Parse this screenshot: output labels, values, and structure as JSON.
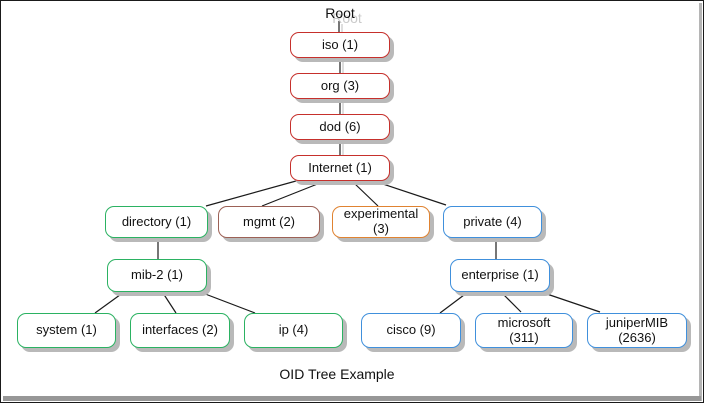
{
  "diagram": {
    "title": "OID Tree Example",
    "root_label": "Root",
    "caption": "OID Tree Example",
    "palette": {
      "red_chain": "#c6302c",
      "mgmt_brown": "#9c6156",
      "mib_green": "#2bb262",
      "experimental_orange": "#e08331",
      "private_blue": "#4090dc",
      "shadow_gray": "#b9b9b9",
      "frame_black": "#1a1a1a"
    },
    "nodes": {
      "iso": {
        "text": "iso (1)"
      },
      "org": {
        "text": "org (3)"
      },
      "dod": {
        "text": "dod (6)"
      },
      "internet": {
        "text": "Internet (1)"
      },
      "directory": {
        "text": "directory (1)"
      },
      "mgmt": {
        "text": "mgmt (2)"
      },
      "experimental": {
        "text": "experimental",
        "text2": "(3)"
      },
      "private": {
        "text": "private (4)"
      },
      "mib2": {
        "text": "mib-2 (1)"
      },
      "system": {
        "text": "system (1)"
      },
      "interfaces": {
        "text": "interfaces (2)"
      },
      "ip": {
        "text": "ip (4)"
      },
      "enterprise": {
        "text": "enterprise (1)"
      },
      "cisco": {
        "text": "cisco (9)"
      },
      "microsoft": {
        "text": "microsoft",
        "text2": "(311)"
      },
      "junipermib": {
        "text": "juniperMIB",
        "text2": "(2636)"
      }
    }
  }
}
